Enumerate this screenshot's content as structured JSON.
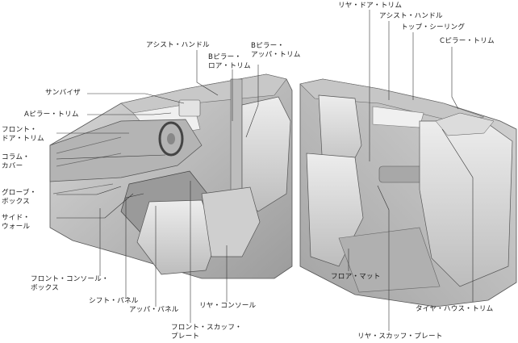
{
  "figure": {
    "panels": [
      "front-interior",
      "rear-interior"
    ]
  },
  "labels": {
    "sun_visor": "サンバイザ",
    "a_pillar": "Aピラー・トリム",
    "front_door": "フロント・\nドア・トリム",
    "column_cover": "コラム・\nカバー",
    "glove_box": "グローブ・\nボックス",
    "side_wall": "サイド・\nウォール",
    "assist_handle_front": "アシスト・ハンドル",
    "b_pillar_lower": "Bピラー・\nロア・トリム",
    "b_pillar_upper": "Bピラー・\nアッパ・トリム",
    "front_console_box": "フロント・コンソール・\nボックス",
    "shift_panel": "シフト・パネル",
    "upper_panel": "アッパ・パネル",
    "rear_console": "リヤ・コンソール",
    "front_scuff_plate": "フロント・スカッフ・\nプレート",
    "rear_door": "リヤ・ドア・トリム",
    "assist_handle_rear": "アシスト・ハンドル",
    "top_ceiling": "トップ・シーリング",
    "c_pillar": "Cピラー・トリム",
    "floor_mat": "フロア・マット",
    "tire_house": "タイヤ・ハウス・トリム",
    "rear_scuff_plate": "リヤ・スカッフ・プレート"
  }
}
